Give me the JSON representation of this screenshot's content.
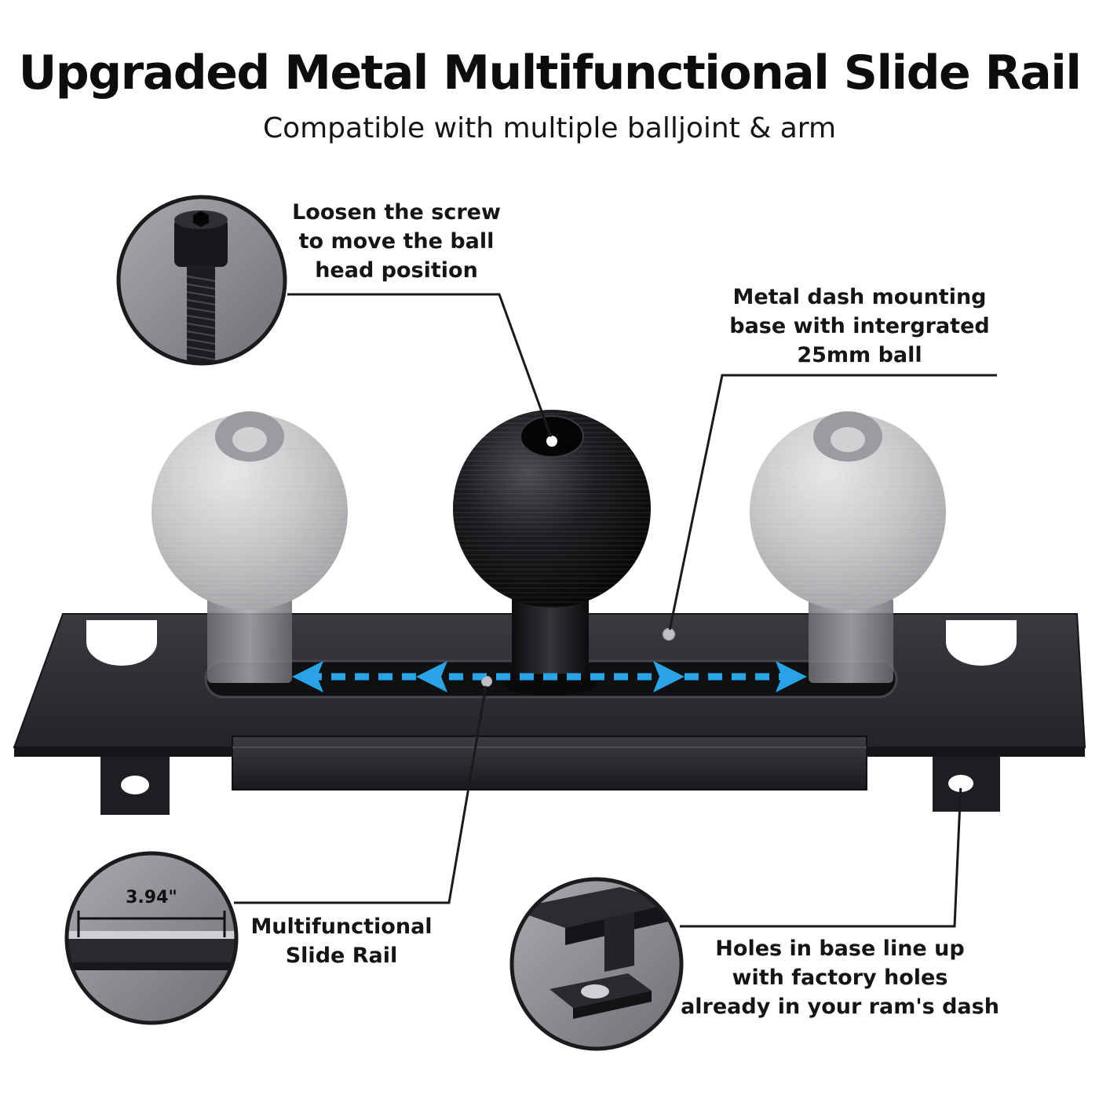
{
  "header": {
    "title": "Upgraded Metal Multifunctional Slide Rail",
    "subtitle": "Compatible with multiple balljoint & arm"
  },
  "callouts": {
    "screw": [
      "Loosen the screw",
      "to move the ball",
      "head position"
    ],
    "base": [
      "Metal dash mounting",
      "base with intergrated",
      "25mm ball"
    ],
    "rail": [
      "Multifunctional",
      "Slide Rail"
    ],
    "holes": [
      "Holes in base line up",
      "with factory holes",
      "already in your ram's dash"
    ]
  },
  "detail_rail": {
    "dimension": "3.94\""
  },
  "colors": {
    "metal": "#2b2c30",
    "metal_dark": "#18191c",
    "ball_black": "#121214",
    "ghost_ball": "#b9b9bb",
    "arrow": "#2aa4e6",
    "leader": "#1a1a1a",
    "inset_bg": "#8e8f93"
  },
  "icons": {
    "screw": "socket-cap-screw-icon",
    "arrow": "double-direction-arrow-icon"
  }
}
